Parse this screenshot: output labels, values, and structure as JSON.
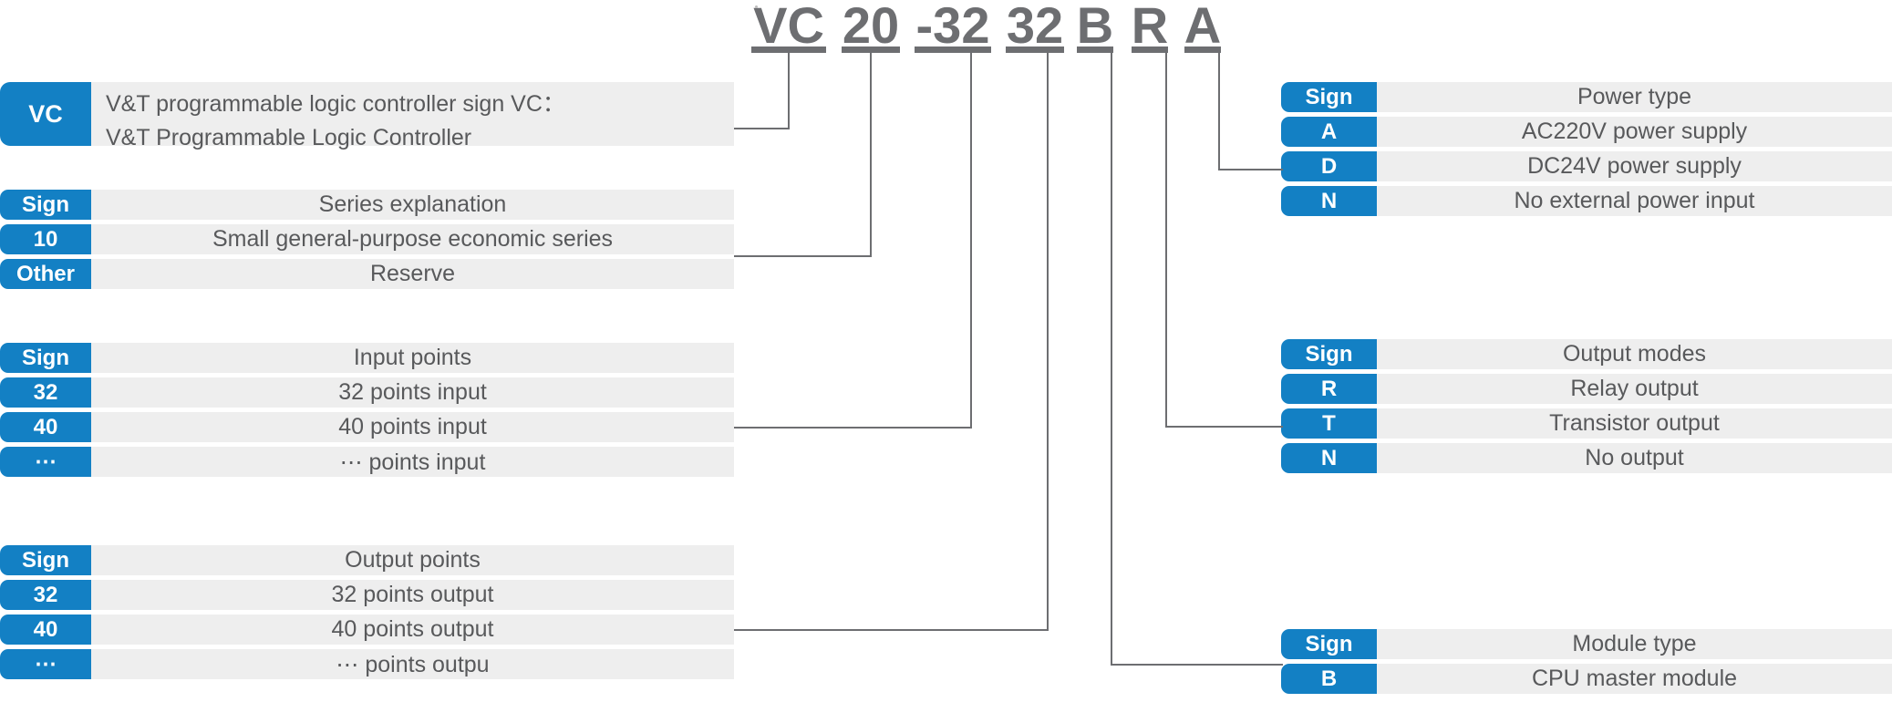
{
  "model_code": {
    "label": "VC20-3232BRA",
    "segments": [
      {
        "id": "vc",
        "text": "VC"
      },
      {
        "id": "20",
        "text": "20"
      },
      {
        "id": "-32",
        "text": "-32"
      },
      {
        "id": "32",
        "text": "32"
      },
      {
        "id": "b",
        "text": "B"
      },
      {
        "id": "r",
        "text": "R"
      },
      {
        "id": "a",
        "text": "A"
      }
    ]
  },
  "tables": {
    "brand": {
      "rows": [
        {
          "sign": "VC",
          "desc_line1": "V&T programmable logic controller sign VC：",
          "desc_line2": "V&T Programmable Logic Controller"
        }
      ]
    },
    "series": {
      "header": {
        "sign": "Sign",
        "desc": "Series explanation"
      },
      "rows": [
        {
          "sign": "10",
          "desc": "Small general-purpose economic series"
        },
        {
          "sign": "Other",
          "desc": "Reserve"
        }
      ]
    },
    "input_points": {
      "header": {
        "sign": "Sign",
        "desc": "Input points"
      },
      "rows": [
        {
          "sign": "32",
          "desc": "32 points input"
        },
        {
          "sign": "40",
          "desc": "40 points input"
        },
        {
          "sign": "⋯",
          "desc": "⋯ points input"
        }
      ]
    },
    "output_points": {
      "header": {
        "sign": "Sign",
        "desc": "Output points"
      },
      "rows": [
        {
          "sign": "32",
          "desc": "32 points output"
        },
        {
          "sign": "40",
          "desc": "40 points output"
        },
        {
          "sign": "⋯",
          "desc": "⋯ points outpu"
        }
      ]
    },
    "power_type": {
      "header": {
        "sign": "Sign",
        "desc": "Power type"
      },
      "rows": [
        {
          "sign": "A",
          "desc": "AC220V power supply"
        },
        {
          "sign": "D",
          "desc": "DC24V power supply"
        },
        {
          "sign": "N",
          "desc": "No external power input"
        }
      ]
    },
    "output_modes": {
      "header": {
        "sign": "Sign",
        "desc": "Output modes"
      },
      "rows": [
        {
          "sign": "R",
          "desc": "Relay output"
        },
        {
          "sign": "T",
          "desc": "Transistor output"
        },
        {
          "sign": "N",
          "desc": "No output"
        }
      ]
    },
    "module_type": {
      "header": {
        "sign": "Sign",
        "desc": "Module type"
      },
      "rows": [
        {
          "sign": "B",
          "desc": "CPU master module"
        }
      ]
    }
  },
  "colors": {
    "accent_blue": "#1380c4",
    "cell_gray": "#eeeeee",
    "text_gray": "#58595b",
    "line_gray": "#6d6e71"
  }
}
